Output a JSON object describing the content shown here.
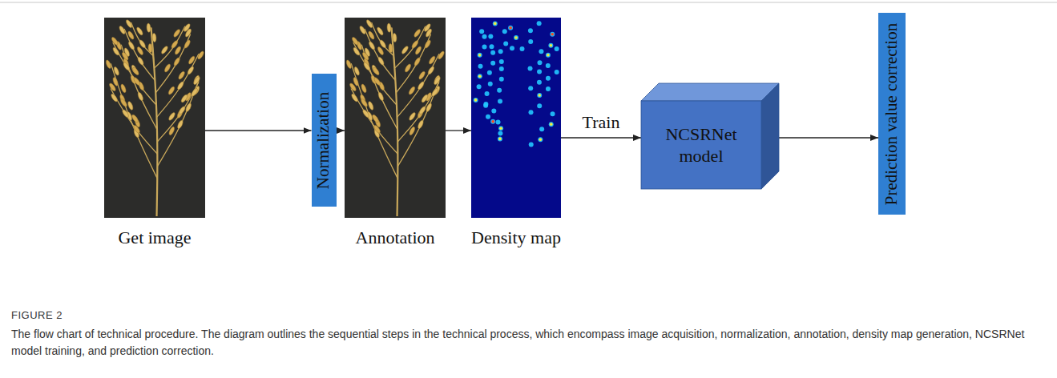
{
  "diagram": {
    "caption": "The flow chart of technical procedure. The diagram outlines the sequential steps in the technical process, which encompass image acquisition, normalization, annotation, density map generation, NCSRNet model training, and prediction correction.",
    "nodes": [
      {
        "text": [
          "Get image"
        ]
      },
      {
        "text": [
          "Normalization"
        ]
      },
      {
        "text": [
          "Annotation"
        ]
      },
      {
        "text": [
          "Density map"
        ]
      },
      {
        "text": [
          "NCSRNet model"
        ]
      },
      {
        "text": [
          "Prediction value correction"
        ]
      }
    ],
    "edges": [
      {
        "from": 0,
        "to": 1,
        "arrow": "to"
      },
      {
        "from": 1,
        "to": 2,
        "arrow": "to"
      },
      {
        "from": 2,
        "to": 3,
        "arrow": "to"
      },
      {
        "from": 3,
        "to": 4,
        "arrow": "to",
        "label": "Train"
      },
      {
        "from": 4,
        "to": 5,
        "arrow": "to"
      }
    ],
    "labels": [
      "FIGURE 2"
    ]
  }
}
